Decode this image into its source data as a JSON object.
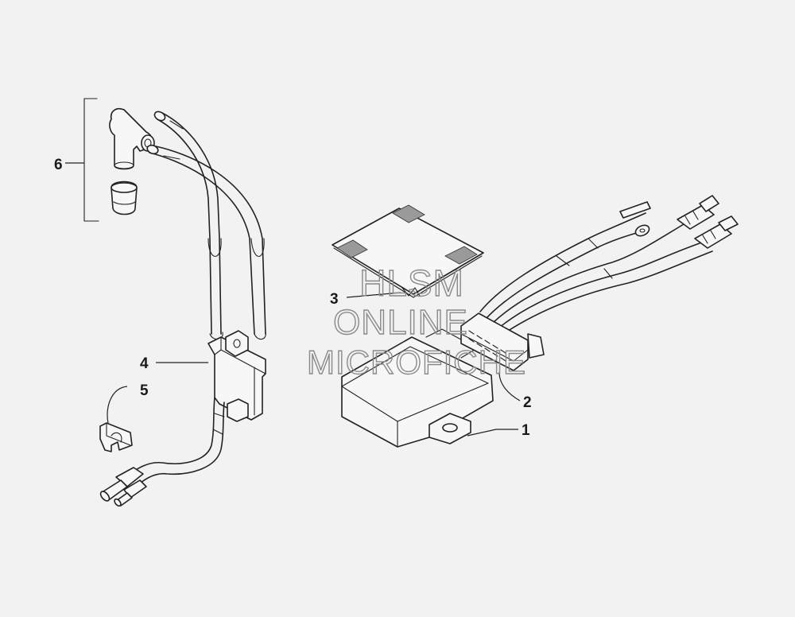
{
  "callouts": {
    "c1": "1",
    "c2": "2",
    "c3": "3",
    "c4": "4",
    "c5": "5",
    "c6": "6"
  },
  "watermark": {
    "line1": "HLSM",
    "line2": "ONLINE",
    "line3": "MICROFICHE"
  }
}
